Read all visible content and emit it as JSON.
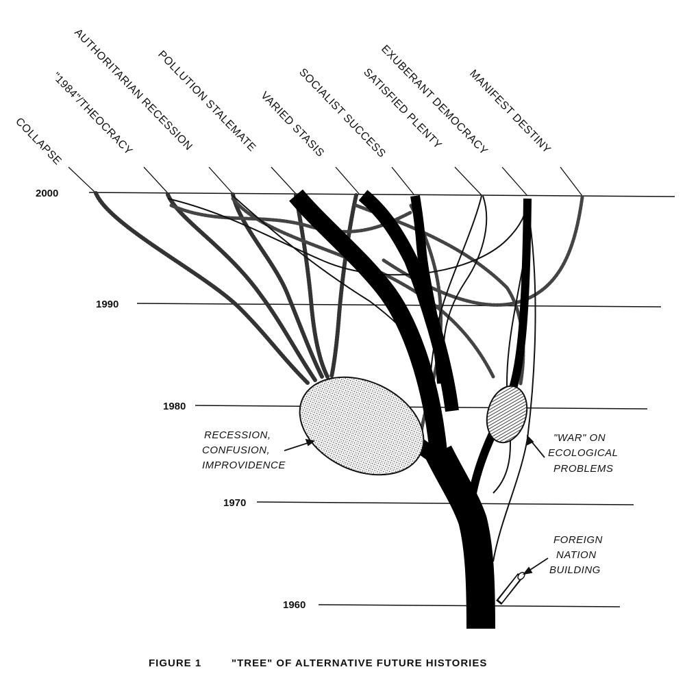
{
  "years": [
    {
      "label": "2000"
    },
    {
      "label": "1990"
    },
    {
      "label": "1980"
    },
    {
      "label": "1970"
    },
    {
      "label": "1960"
    }
  ],
  "scenarios": [
    {
      "label": "COLLAPSE"
    },
    {
      "label": "\"1984\"/THEOCRACY"
    },
    {
      "label": "AUTHORITARIAN RECESSION"
    },
    {
      "label": "POLLUTION STALEMATE"
    },
    {
      "label": "VARIED STASIS"
    },
    {
      "label": "SOCIALIST SUCCESS"
    },
    {
      "label": "SATISFIED PLENTY"
    },
    {
      "label": "EXUBERANT DEMOCRACY"
    },
    {
      "label": "MANIFEST DESTINY"
    }
  ],
  "notes": {
    "recession": [
      "RECESSION,",
      "CONFUSION,",
      "IMPROVIDENCE"
    ],
    "war": [
      "\"WAR\" ON",
      "ECOLOGICAL",
      "PROBLEMS"
    ],
    "foreign": [
      "FOREIGN",
      "NATION",
      "BUILDING"
    ]
  },
  "caption": {
    "figure": "FIGURE 1",
    "title": "\"TREE\" OF ALTERNATIVE FUTURE HISTORIES"
  }
}
